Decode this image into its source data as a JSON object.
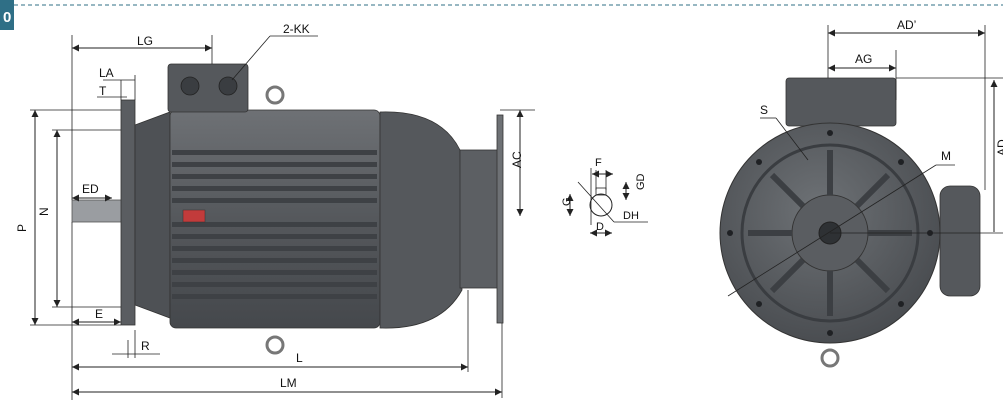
{
  "figure_badge": "0",
  "side_view": {
    "labels": {
      "LG": "LG",
      "KK": "2-KK",
      "LA": "LA",
      "T": "T",
      "ED": "ED",
      "P": "P",
      "N": "N",
      "E": "E",
      "R": "R",
      "L": "L",
      "LM": "LM",
      "AC": "AC"
    }
  },
  "shaft_detail": {
    "labels": {
      "F": "F",
      "GD": "GD",
      "G": "G",
      "D": "D",
      "DH": "DH"
    }
  },
  "front_view": {
    "labels": {
      "AD_prime": "AD’",
      "AG": "AG",
      "AD": "AD",
      "S": "S",
      "M": "M"
    }
  },
  "colors": {
    "motor_body": "#5c5f63",
    "motor_dark": "#3f4246",
    "motor_light": "#7a7d82",
    "badge_bg": "#2f6f86",
    "dimension_line": "#222222"
  }
}
